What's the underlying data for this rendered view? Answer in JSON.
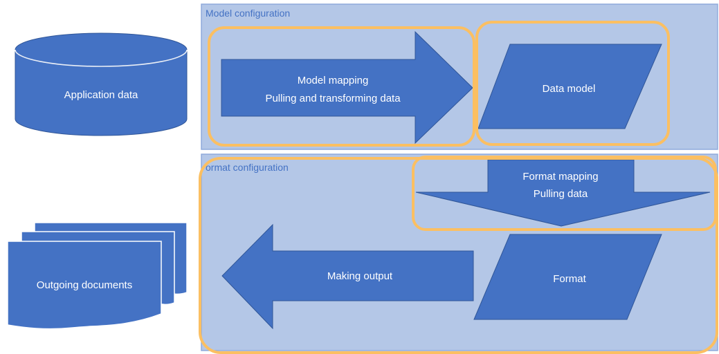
{
  "colors": {
    "shape": "#4472c4",
    "shape_stroke": "#2f5597",
    "panel": "#b4c7e7",
    "panel_border": "#8faadc",
    "highlight": "#fbbf62",
    "panel_title": "#4472c4",
    "text": "#ffffff"
  },
  "model_configuration": {
    "title": "Model configuration",
    "mapping": {
      "line1": "Model mapping",
      "line2": "Pulling and transforming data"
    },
    "data_model": "Data model"
  },
  "format_configuration": {
    "title": "ormat configuration",
    "mapping": {
      "line1": "Format mapping",
      "line2": "Pulling data"
    },
    "format": "Format",
    "making_output": "Making output"
  },
  "application_data": "Application data",
  "outgoing_documents": "Outgoing documents"
}
